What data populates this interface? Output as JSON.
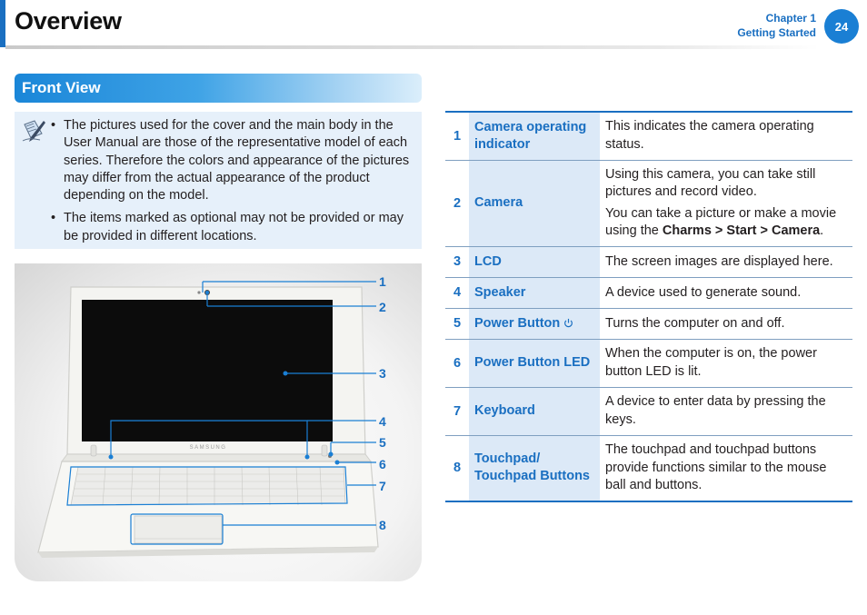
{
  "header": {
    "title": "Overview",
    "chapter": "Chapter 1",
    "chapter_name": "Getting Started",
    "page_number": "24"
  },
  "section": {
    "title": "Front View"
  },
  "note": {
    "items": [
      "The pictures used for the cover and the main body in the User Manual are those of the representative model of each series. Therefore the colors and appearance of the pictures may differ from the actual appearance of the product depending on the model.",
      "The items marked as optional may not be provided or may be provided in different locations."
    ]
  },
  "photo": {
    "brand": "SAMSUNG",
    "callouts": [
      "1",
      "2",
      "3",
      "4",
      "5",
      "6",
      "7",
      "8"
    ]
  },
  "colors": {
    "accent": "#1a6fc1",
    "name_cell_bg": "#dce9f7",
    "note_bg": "#e6f0fa"
  },
  "table": {
    "rows": [
      {
        "num": "1",
        "name": "Camera operating indicator",
        "desc": [
          "This indicates the camera operating status."
        ]
      },
      {
        "num": "2",
        "name": "Camera",
        "desc": [
          "Using this camera, you can take still pictures and record video."
        ],
        "desc2_prefix": "You can take a picture or make a movie using the ",
        "desc2_bold": "Charms > Start > Camera",
        "desc2_suffix": "."
      },
      {
        "num": "3",
        "name": "LCD",
        "desc": [
          "The screen images are displayed here."
        ]
      },
      {
        "num": "4",
        "name": "Speaker",
        "desc": [
          "A device used to generate sound."
        ]
      },
      {
        "num": "5",
        "name": "Power Button",
        "name_icon": "power-icon",
        "desc": [
          "Turns the computer on and off."
        ]
      },
      {
        "num": "6",
        "name": "Power Button LED",
        "desc": [
          "When the computer is on, the power button LED is lit."
        ]
      },
      {
        "num": "7",
        "name": "Keyboard",
        "desc": [
          "A device to enter data by pressing the keys."
        ]
      },
      {
        "num": "8",
        "name": "Touchpad/ Touchpad Buttons",
        "desc": [
          "The touchpad and touchpad buttons provide functions similar to the mouse ball and buttons."
        ]
      }
    ]
  }
}
